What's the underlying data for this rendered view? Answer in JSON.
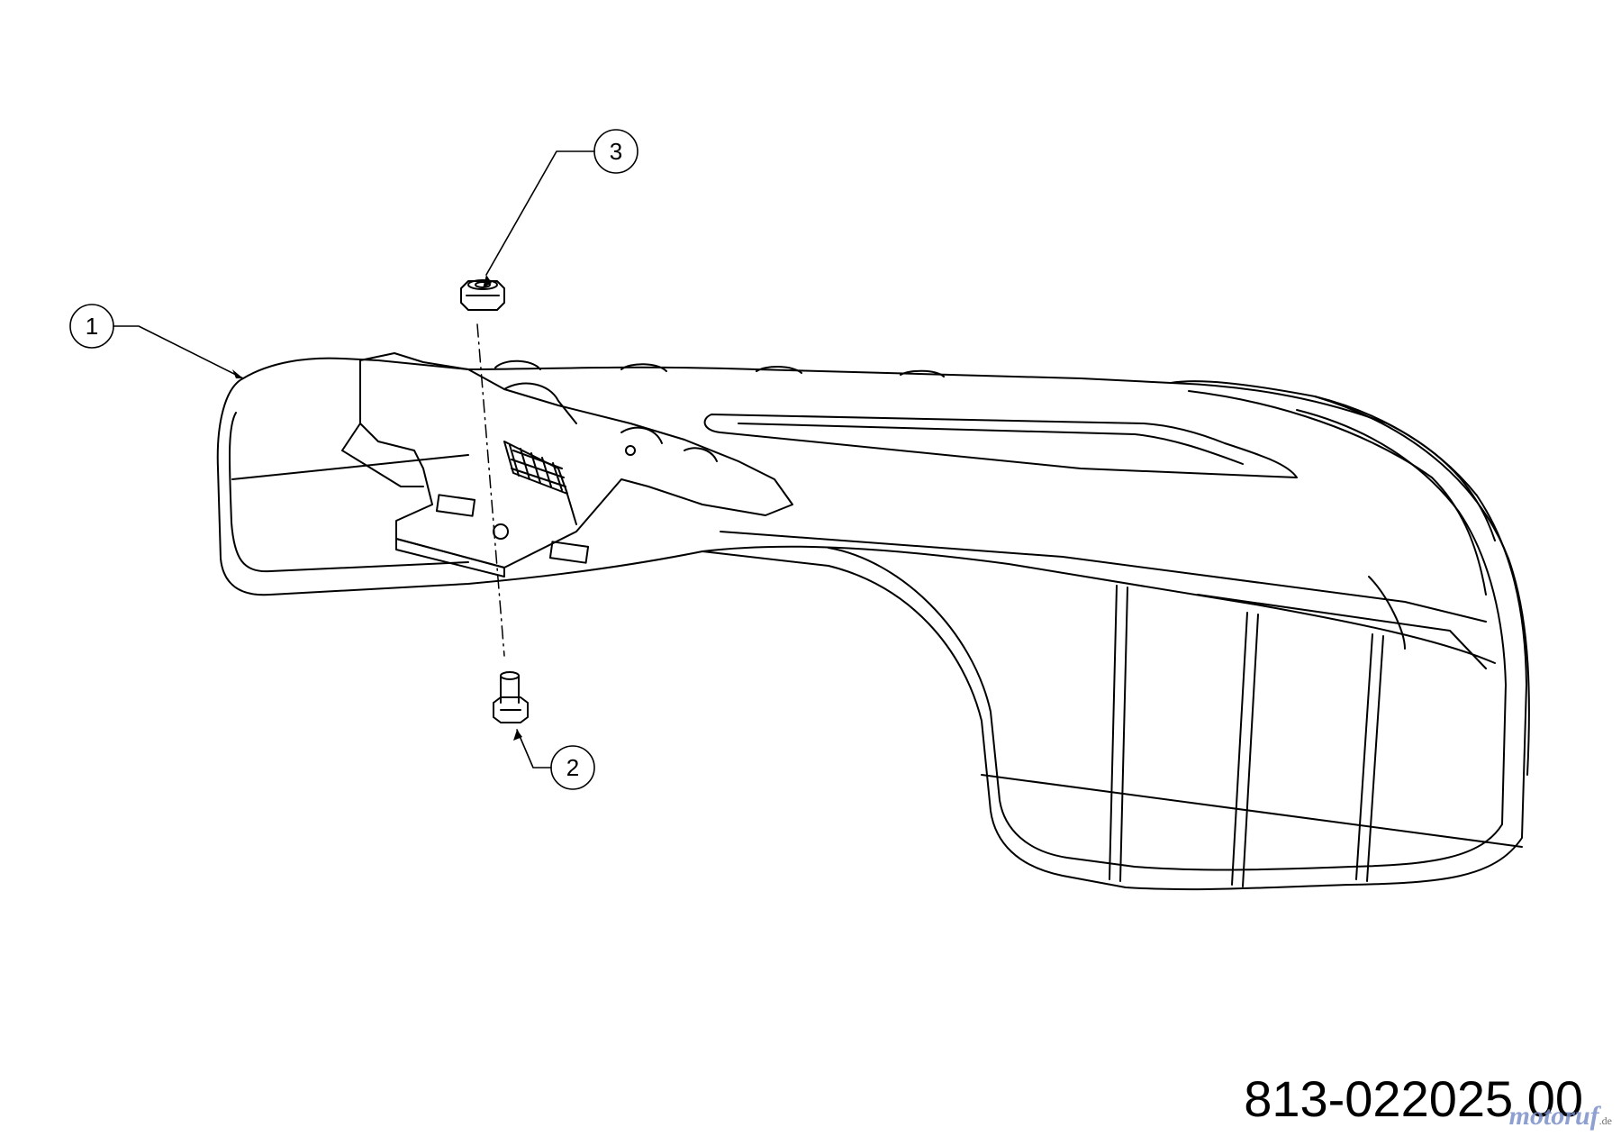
{
  "diagram": {
    "callouts": [
      {
        "id": "1",
        "label": "1"
      },
      {
        "id": "2",
        "label": "2"
      },
      {
        "id": "3",
        "label": "3"
      }
    ],
    "drawing_number": "813-022025 00",
    "watermark": {
      "brand": "motoruf",
      "tld": ".de"
    }
  }
}
